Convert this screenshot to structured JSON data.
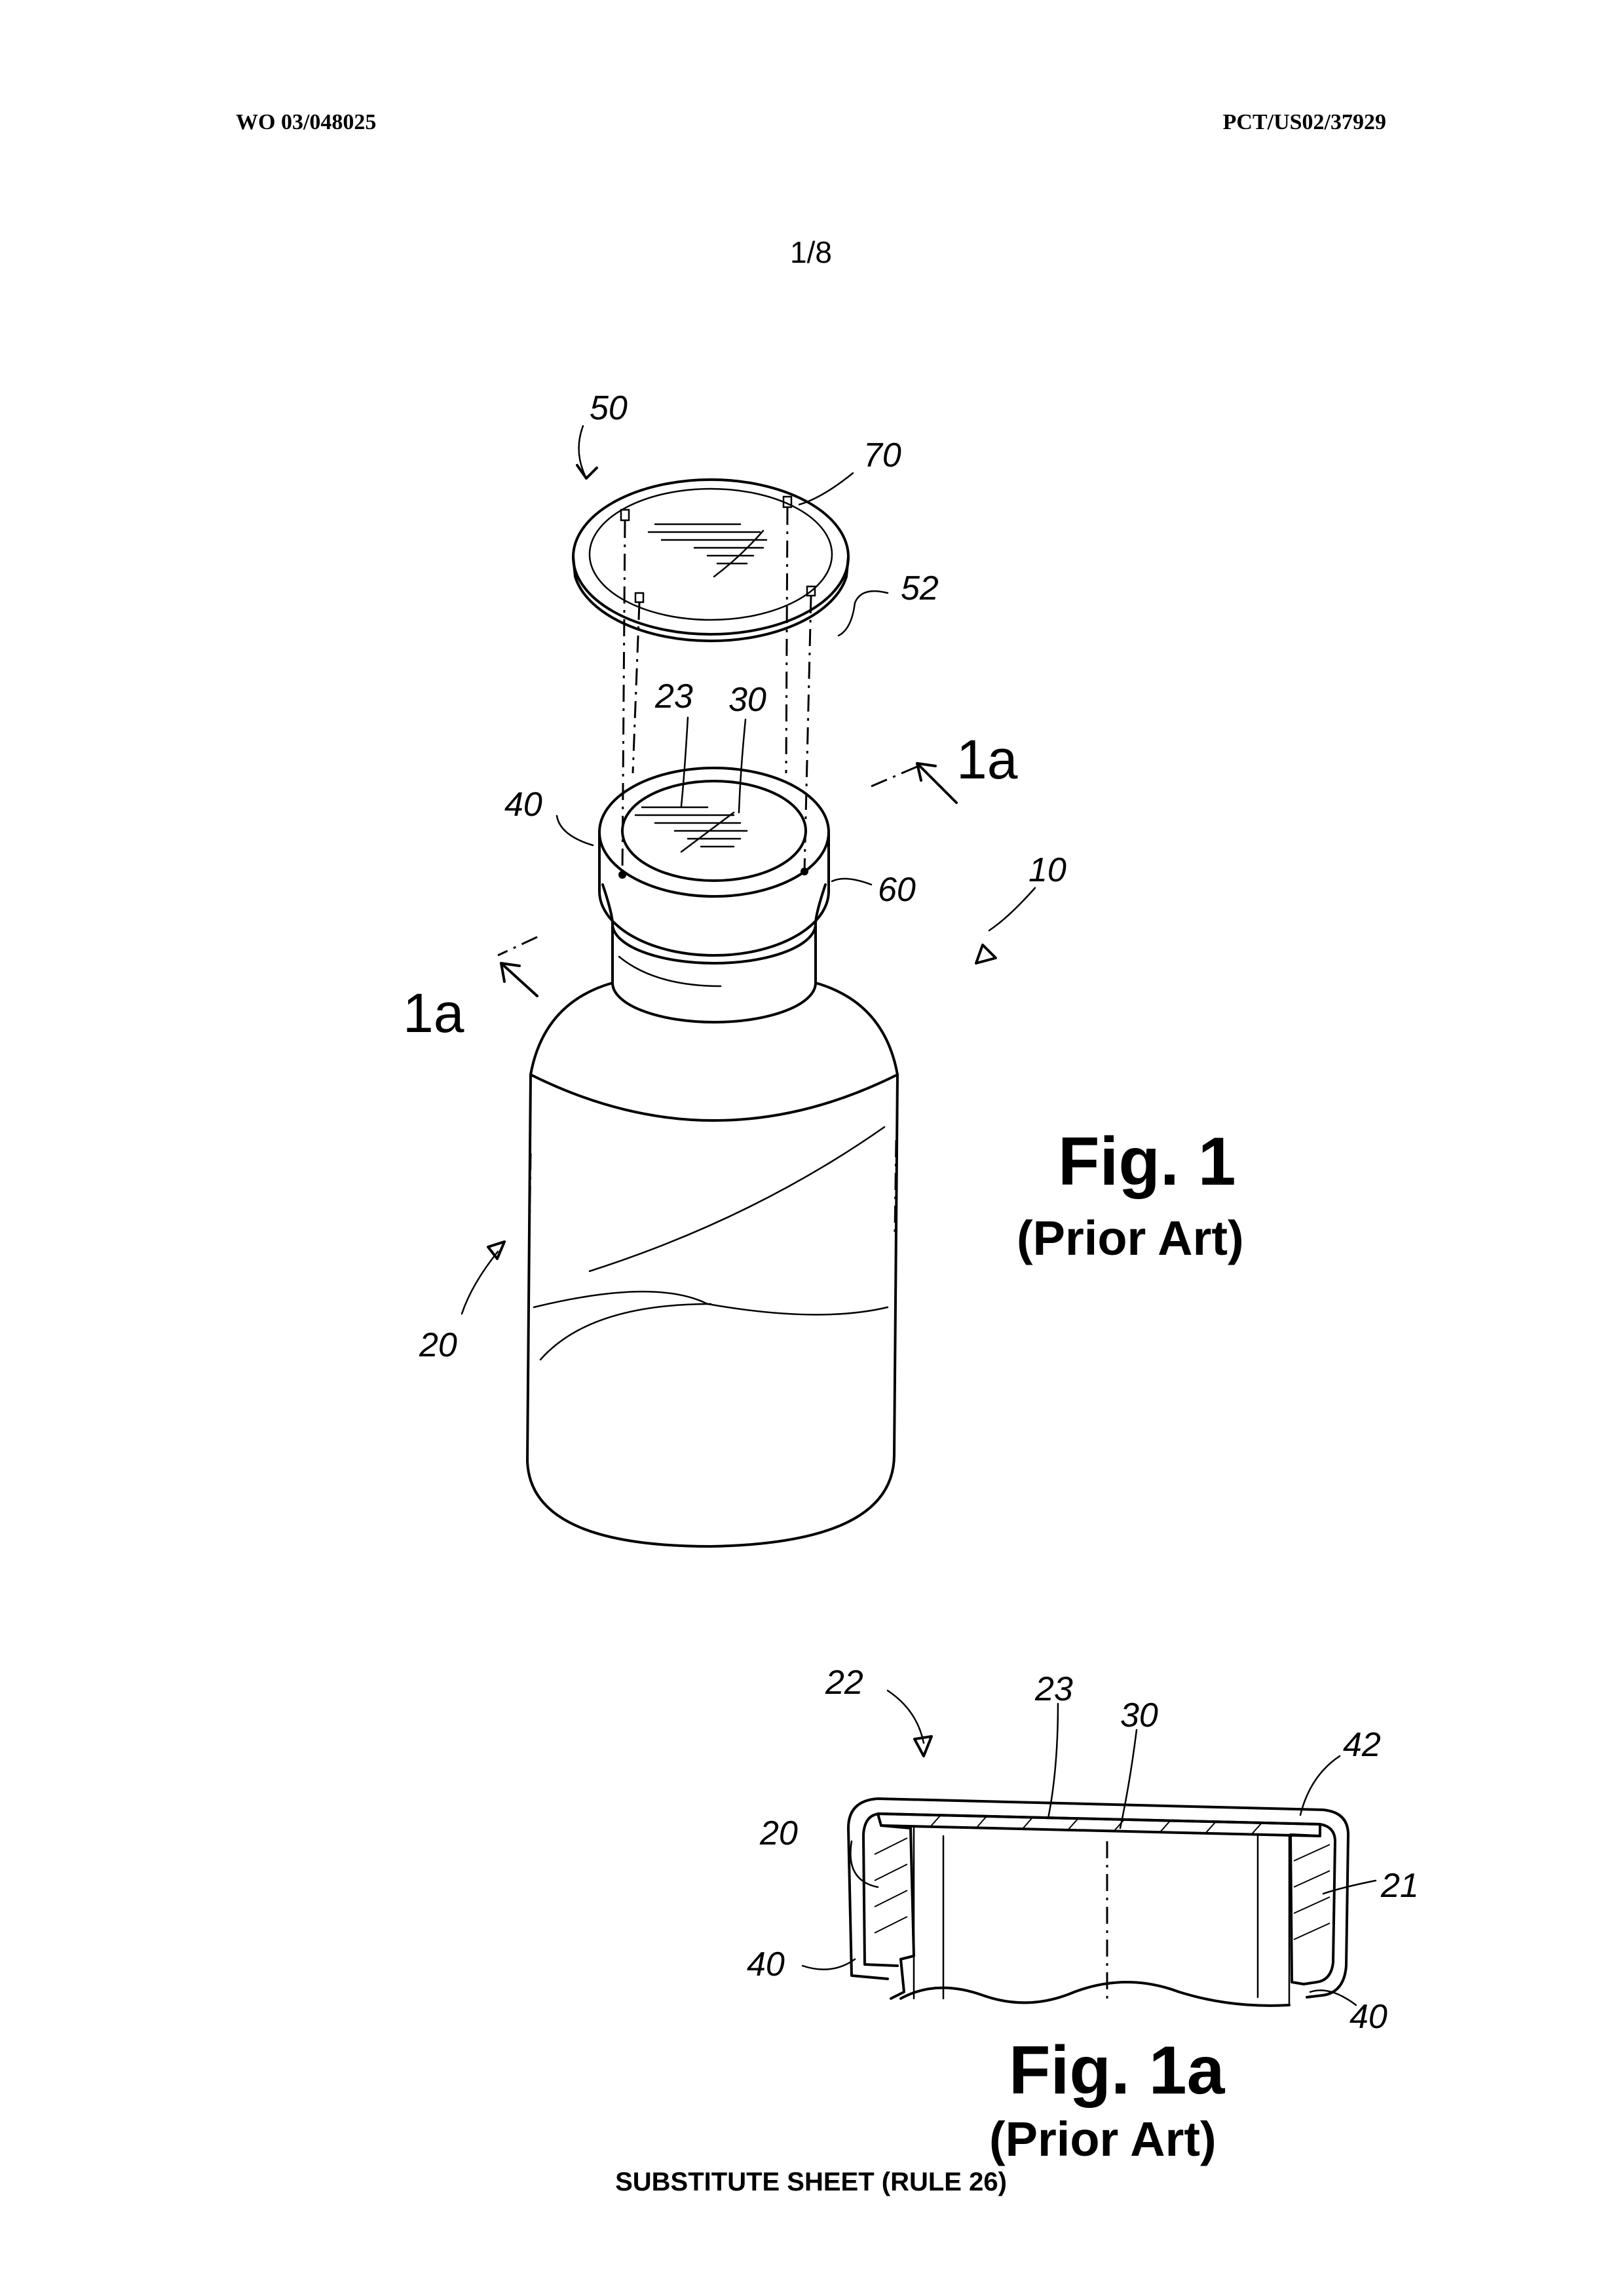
{
  "header": {
    "publication_number": "WO 03/048025",
    "application_number": "PCT/US02/37929"
  },
  "sheet_number": "1/8",
  "footer": "SUBSTITUTE SHEET (RULE 26)",
  "figure1": {
    "title": "Fig. 1",
    "subtitle": "(Prior Art)",
    "refs": {
      "r50": "50",
      "r70": "70",
      "r52": "52",
      "r23": "23",
      "r30": "30",
      "r40": "40",
      "r60": "60",
      "r10": "10",
      "r20": "20"
    },
    "section_top": "1a",
    "section_left": "1a"
  },
  "figure1a": {
    "title": "Fig. 1a",
    "subtitle": "(Prior Art)",
    "refs": {
      "r22": "22",
      "r23": "23",
      "r30": "30",
      "r42": "42",
      "r20": "20",
      "r21": "21",
      "r40_left": "40",
      "r40_right": "40"
    }
  }
}
